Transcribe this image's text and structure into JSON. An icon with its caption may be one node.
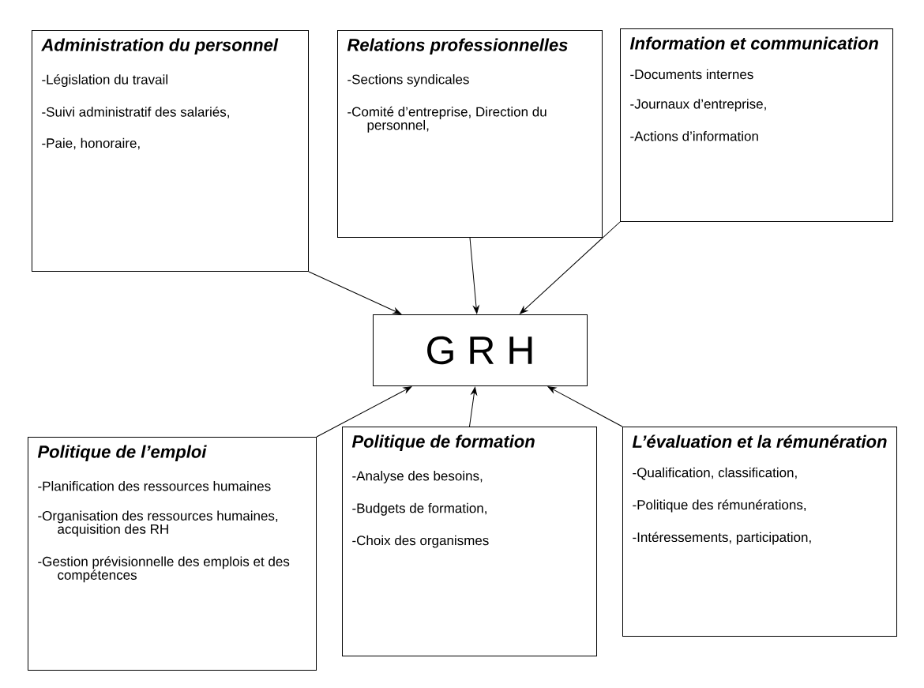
{
  "diagram": {
    "nodes": [
      {
        "text": [
          "Administration du personnel",
          "-Législation du travail",
          "-Suivi administratif des salariés,",
          "-Paie, honoraire,"
        ]
      },
      {
        "text": [
          "Relations professionnelles",
          "-Sections syndicales",
          "-Comité d’entreprise, Direction du personnel,"
        ]
      },
      {
        "text": [
          "Information et communication",
          "-Documents internes",
          "-Journaux d’entreprise,",
          "-Actions d’information"
        ]
      },
      {
        "text": [
          "G R H"
        ]
      },
      {
        "text": [
          "Politique de l’emploi",
          "-Planification des ressources humaines",
          "-Organisation des ressources humaines, acquisition des RH",
          "-Gestion prévisionnelle des emplois et des compétences"
        ]
      },
      {
        "text": [
          "Politique de formation",
          "-Analyse des besoins,",
          "-Budgets de formation,",
          "-Choix des organismes"
        ]
      },
      {
        "text": [
          "L’évaluation et la rémunération",
          "-Qualification, classification,",
          "-Politique des rémunérations,",
          "-Intéressements, participation,"
        ]
      }
    ],
    "edges": [
      {
        "from": 0,
        "to": 3,
        "arrow": "to"
      },
      {
        "from": 1,
        "to": 3,
        "arrow": "to"
      },
      {
        "from": 2,
        "to": 3,
        "arrow": "to"
      },
      {
        "from": 4,
        "to": 3,
        "arrow": "to"
      },
      {
        "from": 5,
        "to": 3,
        "arrow": "to"
      },
      {
        "from": 6,
        "to": 3,
        "arrow": "to"
      }
    ]
  }
}
